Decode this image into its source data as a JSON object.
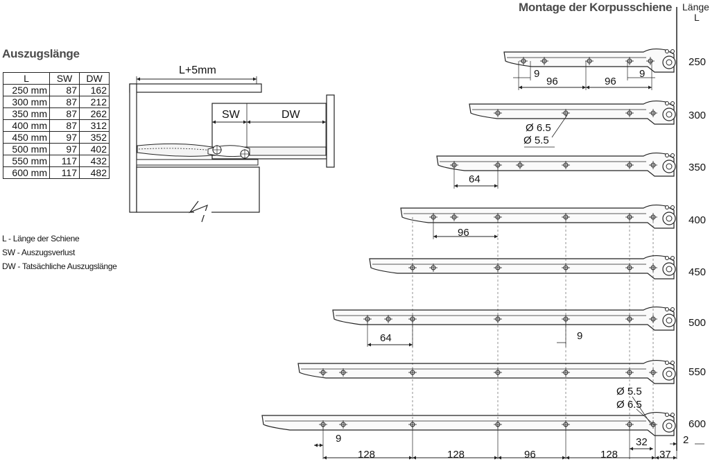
{
  "diagram_title": "Montage der Korpusschiene",
  "axis_label_top": "Länge",
  "axis_label_L": "L",
  "table": {
    "title": "Auszugslänge",
    "headers": [
      "L",
      "SW",
      "DW"
    ],
    "rows": [
      [
        "250 mm",
        "87",
        "162"
      ],
      [
        "300 mm",
        "87",
        "212"
      ],
      [
        "350 mm",
        "87",
        "262"
      ],
      [
        "400 mm",
        "87",
        "312"
      ],
      [
        "450 mm",
        "97",
        "352"
      ],
      [
        "500 mm",
        "97",
        "402"
      ],
      [
        "550 mm",
        "117",
        "432"
      ],
      [
        "600 mm",
        "117",
        "482"
      ]
    ]
  },
  "legend": [
    "L - Länge der Schiene",
    "SW - Auszugsverlust",
    "DW - Tatsächliche Auszugslänge"
  ],
  "side_labels": {
    "l_plus": "L+5mm",
    "sw": "SW",
    "dw": "DW"
  },
  "rails": [
    {
      "size": "250"
    },
    {
      "size": "300"
    },
    {
      "size": "350"
    },
    {
      "size": "400"
    },
    {
      "size": "450"
    },
    {
      "size": "500"
    },
    {
      "size": "550"
    },
    {
      "size": "600"
    }
  ],
  "dimensions": {
    "d9_a": "9",
    "d96_a": "96",
    "d96_b": "96",
    "d9_b": "9",
    "d65_a": "Ø 6.5",
    "d55_a": "Ø 5.5",
    "d64_a": "64",
    "d96_c": "96",
    "d64_b": "64",
    "d9_c": "9",
    "d55_b": "Ø 5.5",
    "d65_b": "Ø 6.5",
    "d9_d": "9",
    "d32": "32",
    "d2": "2",
    "b128_a": "128",
    "b128_b": "128",
    "b96": "96",
    "b128_c": "128",
    "b37": "37"
  }
}
